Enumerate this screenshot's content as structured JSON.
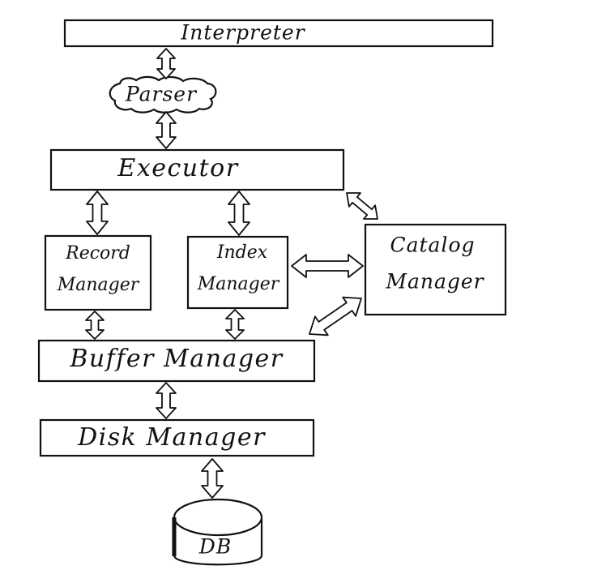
{
  "diagram": {
    "interpreter": "Interpreter",
    "parser": "Parser",
    "executor": "Executor",
    "record_manager": [
      "Record",
      "Manager"
    ],
    "index_manager": [
      "Index",
      "Manager"
    ],
    "catalog_manager": [
      "Catalog",
      "Manager"
    ],
    "buffer_manager": "Buffer Manager",
    "disk_manager": "Disk Manager",
    "db": "DB"
  },
  "colors": {
    "stroke": "#111111",
    "background": "#ffffff"
  }
}
